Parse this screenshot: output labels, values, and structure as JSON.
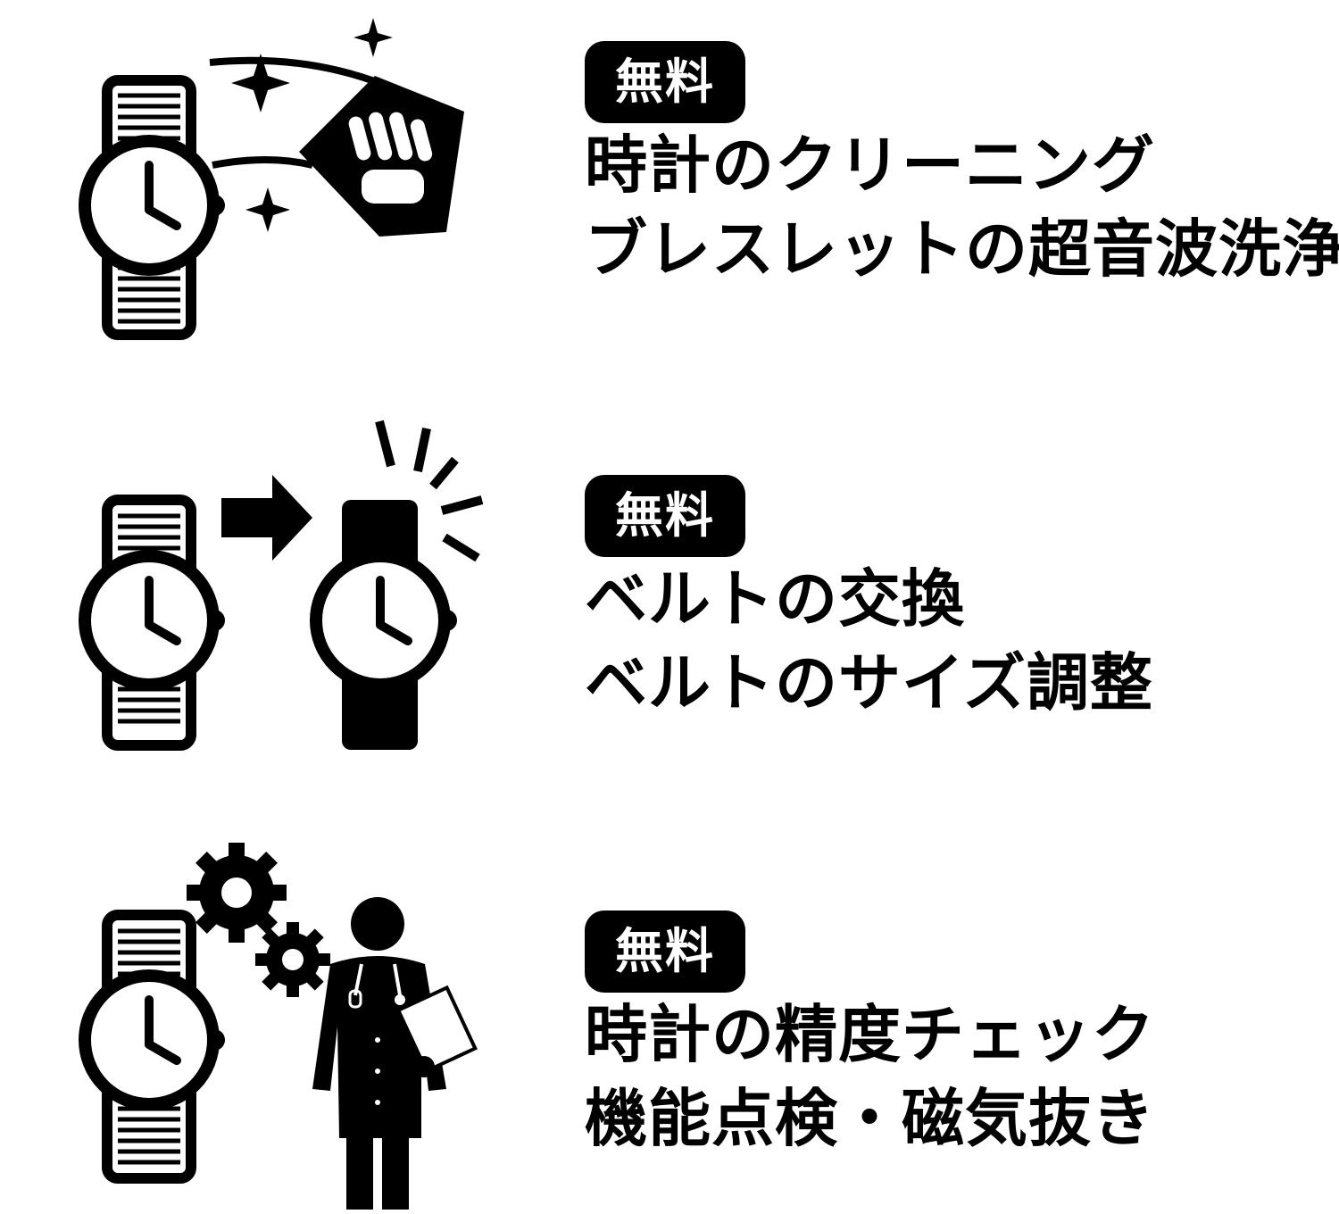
{
  "services": [
    {
      "badge": "無料",
      "line1": "時計のクリーニング",
      "line2": "ブレスレットの超音波洗浄",
      "icon": "watch-cleaning-icon"
    },
    {
      "badge": "無料",
      "line1": "ベルトの交換",
      "line2": "ベルトのサイズ調整",
      "icon": "belt-exchange-icon"
    },
    {
      "badge": "無料",
      "line1": "時計の精度チェック",
      "line2": "機能点検・磁気抜き",
      "icon": "watch-inspection-icon"
    }
  ],
  "colors": {
    "foreground": "#000000",
    "background": "#ffffff",
    "badge_text": "#ffffff"
  }
}
